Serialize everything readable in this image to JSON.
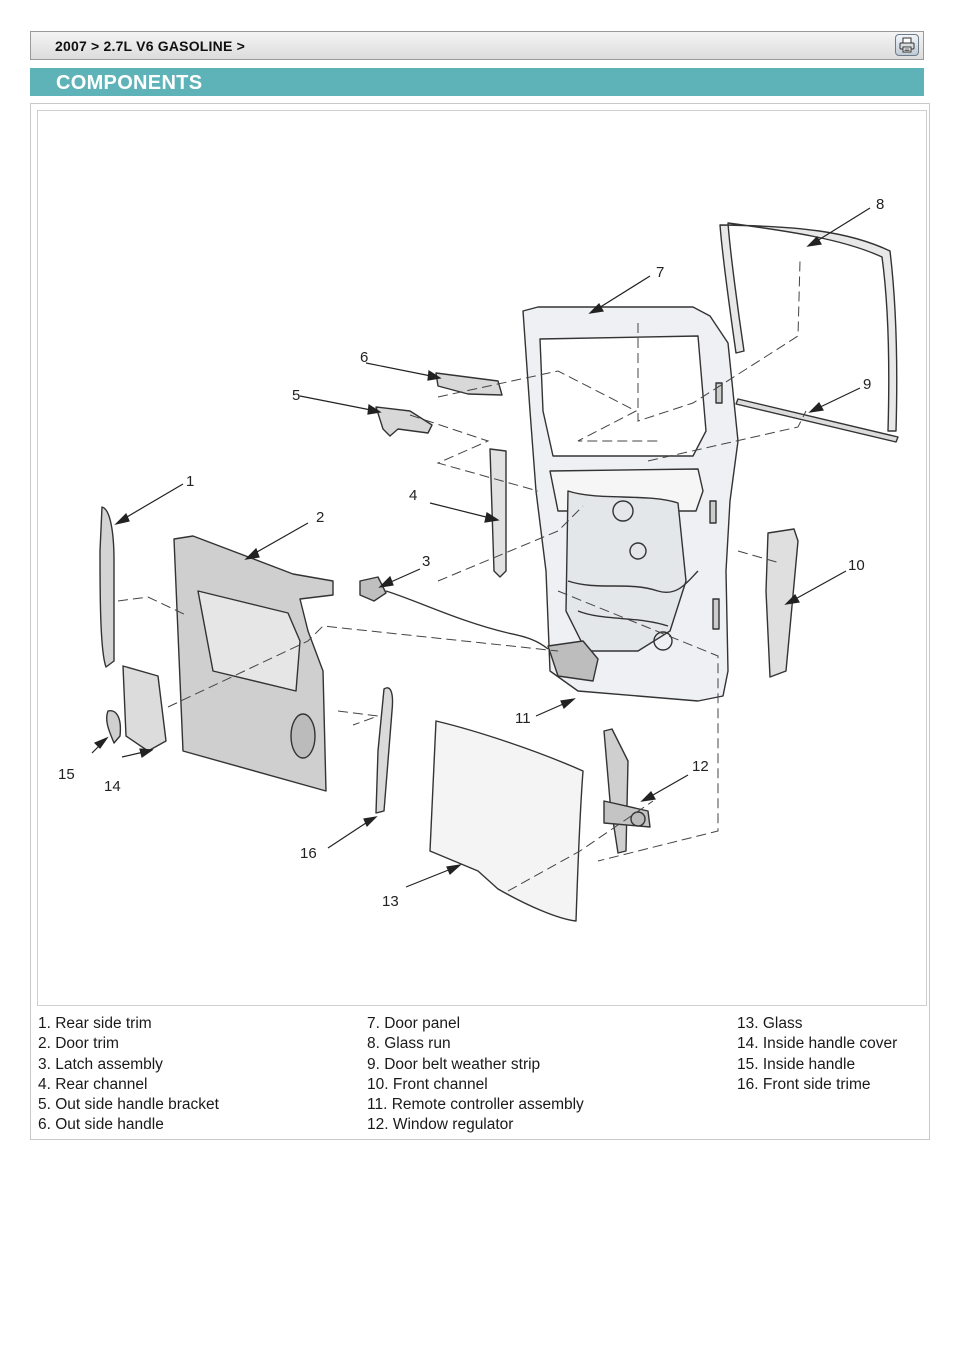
{
  "header": {
    "breadcrumb": "2007 > 2.7L V6 GASOLINE >",
    "print_icon": "printer-icon"
  },
  "section": {
    "title": "COMPONENTS"
  },
  "diagram": {
    "callouts": [
      "1",
      "2",
      "3",
      "4",
      "5",
      "6",
      "7",
      "8",
      "9",
      "10",
      "11",
      "12",
      "13",
      "14",
      "15",
      "16"
    ]
  },
  "legend": {
    "columns": [
      [
        "1. Rear side trim",
        "2. Door trim",
        "3. Latch assembly",
        "4. Rear channel",
        "5. Out side handle bracket",
        "6. Out side handle"
      ],
      [
        "7. Door panel",
        "8. Glass run",
        "9. Door belt weather strip",
        "10. Front channel",
        "11. Remote controller assembly",
        "12. Window regulator"
      ],
      [
        "13. Glass",
        "14. Inside handle cover",
        "15. Inside handle",
        "16. Front side trime"
      ]
    ]
  },
  "colors": {
    "section_header_bg": "#5eb3b8",
    "line_art": "#333333"
  }
}
